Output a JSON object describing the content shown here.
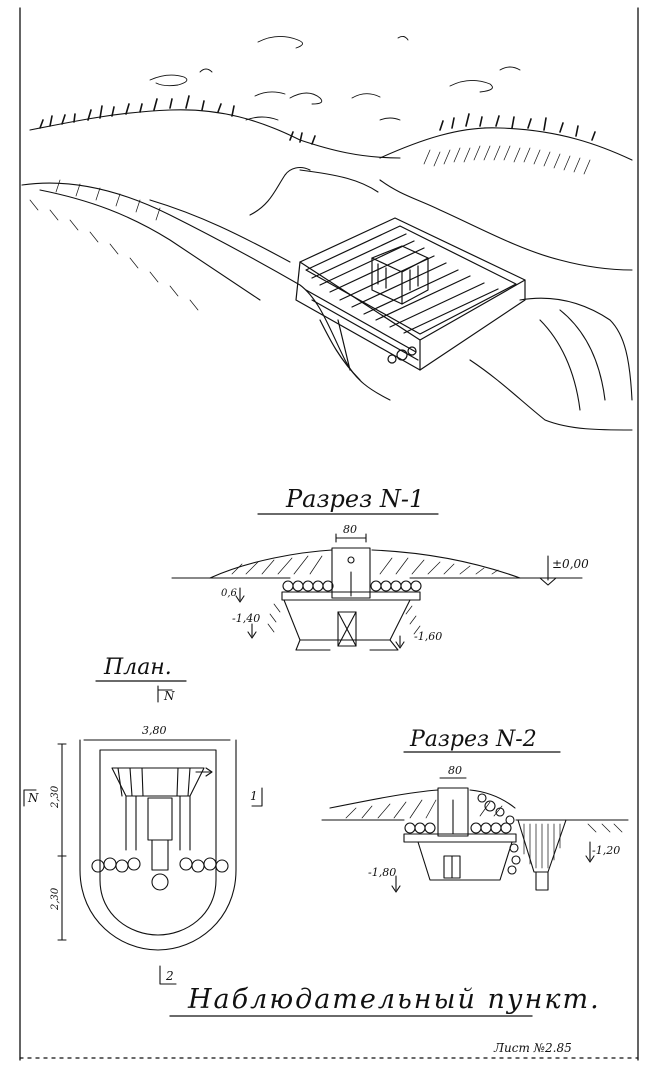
{
  "section1": {
    "title": "Разрез N-1",
    "width": "80",
    "level_zero": "±0,00",
    "depth_a": "0,6",
    "depth_b": "-1,40",
    "depth_c": "-1,60"
  },
  "plan": {
    "title": "План.",
    "north_top": "N",
    "north_left": "N",
    "width": "3,80",
    "dim_top": "2,30",
    "dim_bottom": "2,30",
    "marker_right": "1",
    "marker_bottom": "2"
  },
  "section2": {
    "title": "Разрез N-2",
    "width": "80",
    "depth_left": "-1,80",
    "depth_right": "-1,20"
  },
  "caption": "Наблюдательный пункт.",
  "sheet_number": "Лист №2.85"
}
